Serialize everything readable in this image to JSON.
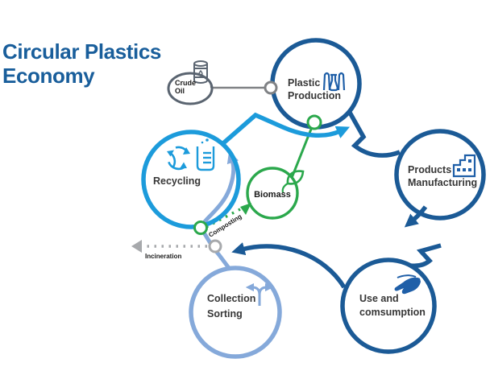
{
  "title": {
    "line1": "Circular Plastics",
    "line2": "Economy"
  },
  "nodes": {
    "crude_oil": {
      "lines": [
        "Crude",
        "Oil"
      ],
      "icon": "oil-barrel-icon"
    },
    "plastic_production": {
      "lines": [
        "Plastic",
        "Production"
      ],
      "icon": "petrochemical-plant-icon"
    },
    "products_manufacturing": {
      "lines": [
        "Products",
        "Manufacturing"
      ],
      "icon": "factory-icon"
    },
    "use_consumption": {
      "lines": [
        "Use and",
        "comsumption"
      ],
      "icon": "hand-icon"
    },
    "collection_sorting": {
      "lines": [
        "Collection",
        "Sorting"
      ],
      "icon": "sorting-arrows-icon"
    },
    "recycling": {
      "lines": [
        "Recycling"
      ],
      "icons": [
        "recycle-icon",
        "beaker-icon"
      ]
    },
    "biomass": {
      "lines": [
        "Biomass"
      ],
      "icon": "leaf-icon"
    }
  },
  "flow_labels": {
    "composting": "Composting",
    "incineration": "Incineration"
  },
  "colors": {
    "navy": "#1B5A96",
    "cyan": "#1C9BDB",
    "steel": "#85A9DA",
    "green": "#2BA84C",
    "slate": "#5A6470",
    "light_gray": "#A7A9AC",
    "title_blue": "#195E9B",
    "label_dark": "#373737",
    "icon_blue": "#1F5FA8"
  }
}
